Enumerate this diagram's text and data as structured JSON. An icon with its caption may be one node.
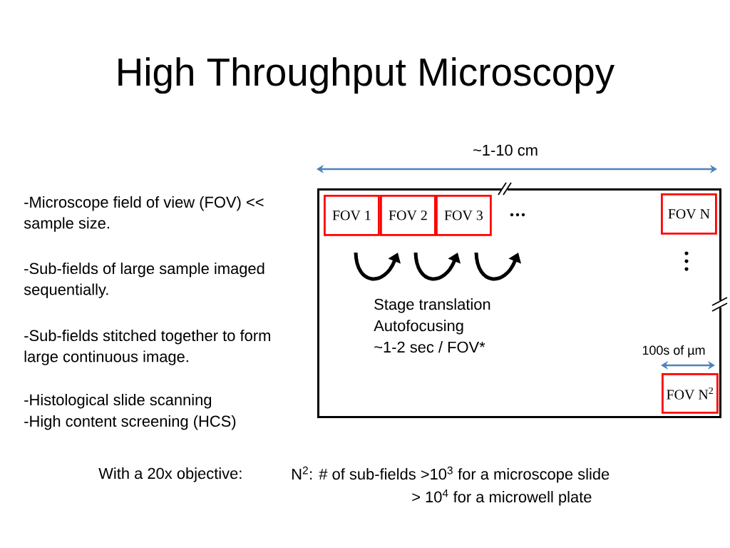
{
  "diagram": {
    "title": "High Throughput Microscopy",
    "nodes": [
      {
        "text": [],
        "shape": "box"
      },
      {
        "text": [
          "FOV 1"
        ],
        "in": 0
      },
      {
        "text": [
          "FOV 2"
        ],
        "in": 0
      },
      {
        "text": [
          "FOV 3"
        ],
        "in": 0
      },
      {
        "text": [
          "FOV N"
        ],
        "in": 0
      },
      {
        "text": [
          "FOV N$^{2}$"
        ],
        "in": 0
      }
    ],
    "labels": [
      "~1-10 cm",
      "-Microscope field of view (FOV) << sample size.",
      "-Sub-fields of large sample imaged sequentially.",
      "-Sub-fields stitched together to form large continuous image.",
      "-Histological slide scanning",
      "-High content screening (HCS)",
      "Stage translation",
      "Autofocusing",
      "~1-2 sec / FOV*",
      "100s of µm",
      "With a 20x objective:",
      "N$^{2}$: # of sub-fields >10$^{3}$ for a microscope slide",
      "> 10$^{4}$ for a microwell plate"
    ]
  }
}
